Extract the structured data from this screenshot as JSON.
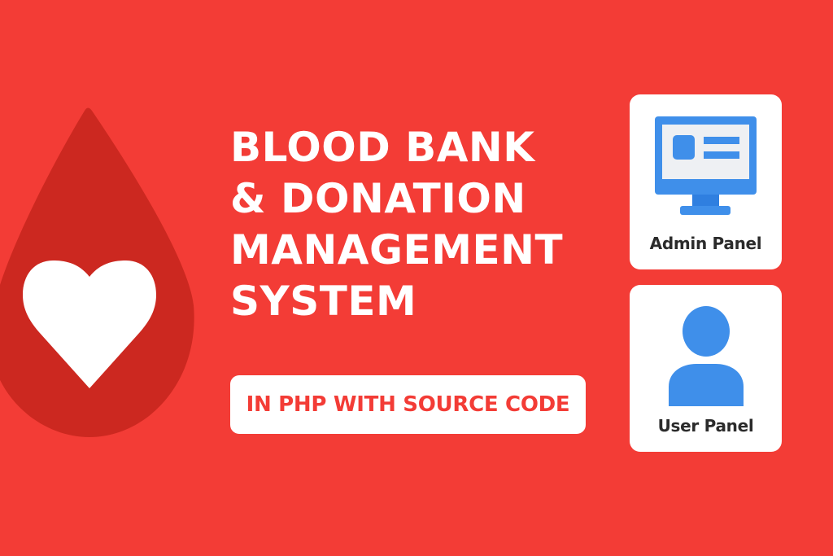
{
  "colors": {
    "background": "#f33c36",
    "drop": "#cc2820",
    "heart": "#ffffff",
    "card": "#ffffff",
    "icon_blue": "#3f8fea",
    "icon_blue_dark": "#2f7fe0",
    "screen_fill": "#eef0f3",
    "card_label": "#2b2b2b"
  },
  "hero": {
    "icon": "blood-drop-heart-icon",
    "title_lines": [
      "BLOOD BANK",
      "& DONATION",
      "MANAGEMENT",
      "SYSTEM"
    ],
    "subtitle": "IN PHP WITH SOURCE CODE"
  },
  "panels": [
    {
      "label": "Admin Panel",
      "icon": "monitor-dashboard-icon"
    },
    {
      "label": "User Panel",
      "icon": "user-silhouette-icon"
    }
  ]
}
